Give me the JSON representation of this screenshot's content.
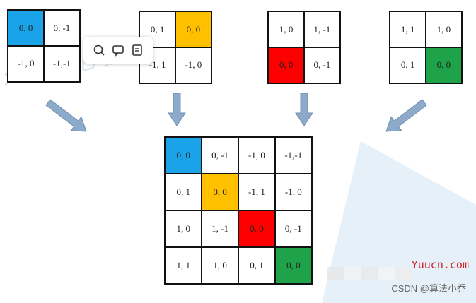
{
  "colors": {
    "blue": "#1aa3e8",
    "orange": "#ffc000",
    "red": "#ff0000",
    "green": "#1ea34a",
    "arrow": "#8eaacb",
    "light_blue": "#dbe9f7"
  },
  "small_grids": [
    {
      "cells": [
        [
          "0, 0",
          "0, -1"
        ],
        [
          "-1, 0",
          "-1,-1"
        ]
      ],
      "highlight": [
        0,
        0
      ],
      "color": "blue"
    },
    {
      "cells": [
        [
          "0, 1",
          "0, 0"
        ],
        [
          "-1, 1",
          "-1, 0"
        ]
      ],
      "highlight": [
        0,
        1
      ],
      "color": "orange"
    },
    {
      "cells": [
        [
          "1, 0",
          "1, -1"
        ],
        [
          "0, 0",
          "0, -1"
        ]
      ],
      "highlight": [
        1,
        0
      ],
      "color": "red"
    },
    {
      "cells": [
        [
          "1, 1",
          "1, 0"
        ],
        [
          "0, 1",
          "0, 0"
        ]
      ],
      "highlight": [
        1,
        1
      ],
      "color": "green"
    }
  ],
  "big_grid": {
    "cells": [
      [
        "0, 0",
        "0, -1",
        "-1, 0",
        "-1,-1"
      ],
      [
        "0, 1",
        "0, 0",
        "-1, 1",
        "-1, 0"
      ],
      [
        "1, 0",
        "1, -1",
        "0, 0",
        "0, -1"
      ],
      [
        "1, 1",
        "1, 0",
        "0, 1",
        "0, 0"
      ]
    ],
    "highlights": [
      {
        "cell": [
          0,
          0
        ],
        "color": "blue"
      },
      {
        "cell": [
          1,
          1
        ],
        "color": "orange"
      },
      {
        "cell": [
          2,
          2
        ],
        "color": "red"
      },
      {
        "cell": [
          3,
          3
        ],
        "color": "green"
      }
    ]
  },
  "toolbar": {
    "icons": [
      "search-icon",
      "comment-icon",
      "note-icon"
    ]
  },
  "watermarks": {
    "overlay": ": 霹雳吧啦Wz",
    "site": "Yuucn.com",
    "csdn": "CSDN @算法小乔"
  }
}
